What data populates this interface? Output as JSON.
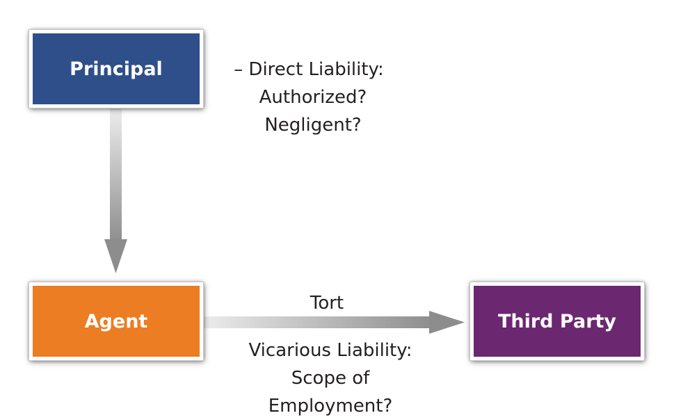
{
  "colors": {
    "principal": "#2f4f8a",
    "agent": "#ec7d22",
    "third_party": "#6b2770",
    "arrow_light": "#e8e8e8",
    "arrow_dark": "#8a8a8a"
  },
  "nodes": {
    "principal": "Principal",
    "agent": "Agent",
    "third_party": "Third Party"
  },
  "labels": {
    "direct_liability": [
      "– Direct Liability:",
      "Authorized?",
      "Negligent?"
    ],
    "tort": "Tort",
    "vicarious_liability": [
      "Vicarious Liability:",
      "Scope of",
      "Employment?"
    ]
  }
}
